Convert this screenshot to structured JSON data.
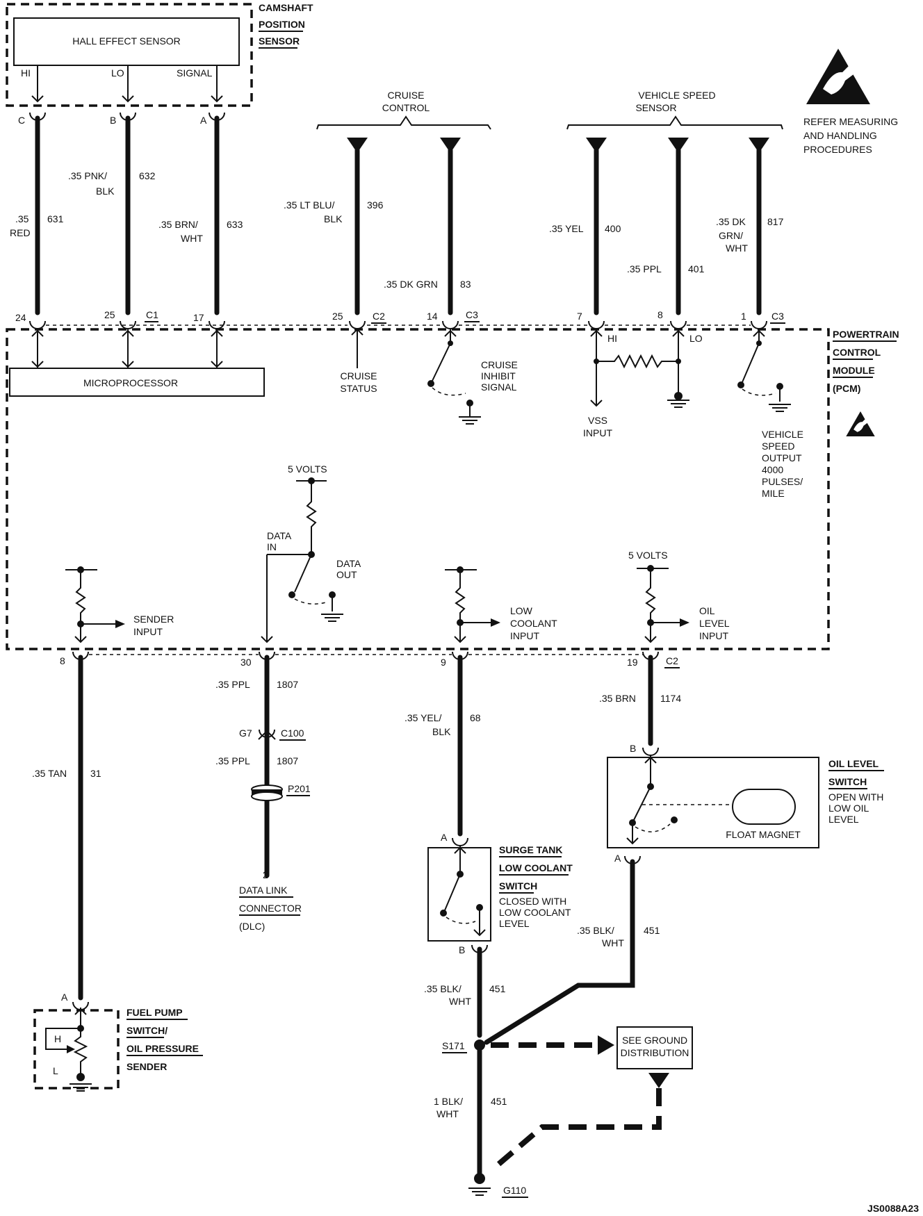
{
  "camshaft": {
    "title": [
      "CAMSHAFT",
      "POSITION",
      "SENSOR"
    ],
    "sensor_label": "HALL EFFECT SENSOR",
    "pins": [
      "HI",
      "LO",
      "SIGNAL"
    ],
    "connector_letters": [
      "C",
      "B",
      "A"
    ],
    "wires": [
      {
        "size": ".35",
        "color": "RED",
        "circuit": "631"
      },
      {
        "size": ".35 PNK/",
        "color": "BLK",
        "circuit": "632"
      },
      {
        "size": ".35 BRN/",
        "color": "WHT",
        "circuit": "633"
      }
    ],
    "pcm_pins": [
      "24",
      "25",
      "17"
    ],
    "connector": "C1"
  },
  "cruise": {
    "title": [
      "CRUISE",
      "CONTROL"
    ],
    "wires": [
      {
        "size": ".35 LT BLU/",
        "color": "BLK",
        "circuit": "396"
      },
      {
        "label": ".35 DK GRN",
        "circuit": "83"
      }
    ],
    "pcm_pins": [
      "25",
      "14"
    ],
    "connectors": [
      "C2",
      "C3"
    ],
    "status_label": [
      "CRUISE",
      "STATUS"
    ],
    "inhibit_label": [
      "CRUISE",
      "INHIBIT",
      "SIGNAL"
    ]
  },
  "vss": {
    "title": [
      "VEHICLE SPEED",
      "SENSOR"
    ],
    "wires": [
      {
        "label": ".35 YEL",
        "circuit": "400"
      },
      {
        "label": ".35 PPL",
        "circuit": "401"
      },
      {
        "size": ".35 DK",
        "color": "GRN/",
        "color2": "WHT",
        "circuit": "817"
      }
    ],
    "pcm_pins": [
      "7",
      "8",
      "1"
    ],
    "connector": "C3",
    "hi": "HI",
    "lo": "LO",
    "input_label": [
      "VSS",
      "INPUT"
    ],
    "output_label": [
      "VEHICLE",
      "SPEED",
      "OUTPUT",
      "4000",
      "PULSES/",
      "MILE"
    ]
  },
  "esd": {
    "note": [
      "REFER MEASURING",
      "AND HANDLING",
      "PROCEDURES"
    ]
  },
  "pcm": {
    "title": [
      "POWERTRAIN",
      "CONTROL",
      "MODULE",
      "(PCM)"
    ],
    "microprocessor": "MICROPROCESSOR",
    "five_volts": "5 VOLTS",
    "data_in": [
      "DATA",
      "IN"
    ],
    "data_out": [
      "DATA",
      "OUT"
    ],
    "sender_input": [
      "SENDER",
      "INPUT"
    ],
    "low_coolant_input": [
      "LOW",
      "COOLANT",
      "INPUT"
    ],
    "oil_level_input": [
      "OIL",
      "LEVEL",
      "INPUT"
    ],
    "bottom_pins": [
      "8",
      "30",
      "9",
      "19"
    ],
    "bottom_connector": "C2"
  },
  "fuel_pump": {
    "wire": {
      "label": ".35 TAN",
      "circuit": "31"
    },
    "pin": "A",
    "title": [
      "FUEL PUMP",
      "SWITCH/",
      "OIL PRESSURE",
      "SENDER"
    ],
    "h": "H",
    "l": "L"
  },
  "dlc": {
    "wire1": {
      "label": ".35 PPL",
      "circuit": "1807"
    },
    "c100_pin": "G7",
    "c100": "C100",
    "wire2": {
      "label": ".35 PPL",
      "circuit": "1807"
    },
    "p201": "P201",
    "pin": "2",
    "title": [
      "DATA LINK",
      "CONNECTOR",
      "(DLC)"
    ]
  },
  "coolant": {
    "wire": {
      "size": ".35 YEL/",
      "color": "BLK",
      "circuit": "68"
    },
    "pin_a": "A",
    "pin_b": "B",
    "title": [
      "SURGE TANK",
      "LOW COOLANT",
      "SWITCH"
    ],
    "note": [
      "CLOSED WITH",
      "LOW COOLANT",
      "LEVEL"
    ],
    "ground_wire": {
      "size": ".35 BLK/",
      "color": "WHT",
      "circuit": "451"
    }
  },
  "oil_level": {
    "five_volts": "5 VOLTS",
    "wire": {
      "label": ".35 BRN",
      "circuit": "1174"
    },
    "pin_b": "B",
    "pin_a": "A",
    "title": [
      "OIL LEVEL",
      "SWITCH"
    ],
    "note": [
      "OPEN WITH",
      "LOW OIL",
      "LEVEL"
    ],
    "float": "FLOAT MAGNET",
    "ground_wire": {
      "size": ".35 BLK/",
      "color": "WHT",
      "circuit": "451"
    }
  },
  "ground": {
    "splice": "S171",
    "see_ground": [
      "SEE GROUND",
      "DISTRIBUTION"
    ],
    "wire": {
      "size": "1 BLK/",
      "color": "WHT",
      "circuit": "451"
    },
    "g": "G110"
  },
  "figure_id": "JS0088A23"
}
